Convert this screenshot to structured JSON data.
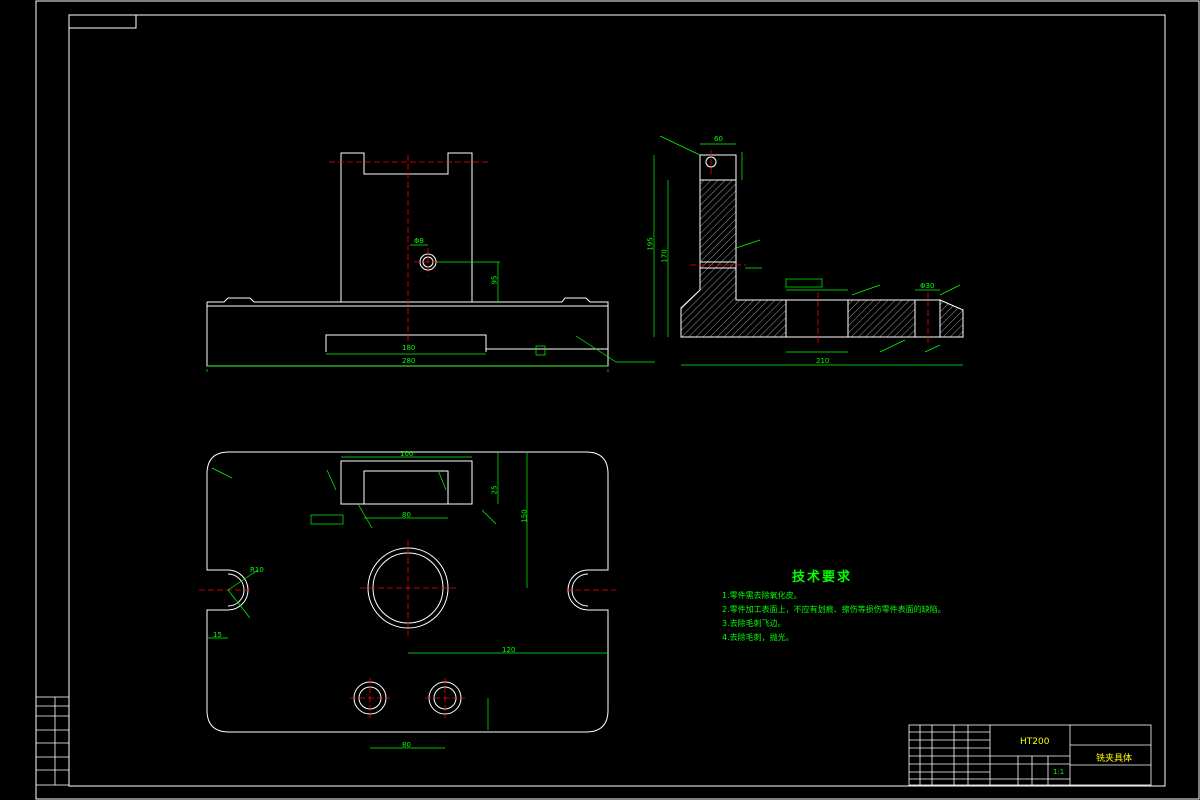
{
  "technical_requirements": {
    "title": "技术要求",
    "items": [
      "1.零件需去除氧化皮。",
      "2.零件加工表面上，不应有划痕、擦伤等损伤零件表面的缺陷。",
      "3.去除毛刺飞边。",
      "4.去除毛刺，抛光。"
    ]
  },
  "title_block": {
    "material": "HT200",
    "part_name": "铣夹具体",
    "scale": "1:1"
  },
  "dimensions": {
    "front_overall_width": "280",
    "front_base_inner": "180",
    "front_hole_dia": "Φ8",
    "front_hole_height": "95",
    "side_overall_width": "210",
    "side_height": "195",
    "side_inner_height": "170",
    "side_top": "60",
    "side_slot": "Φ30",
    "plan_slot_width": "100",
    "plan_slot_inner": "80",
    "plan_depth": "150",
    "plan_offset": "120",
    "plan_small": "25",
    "plan_hole_spacing": "80",
    "plan_edge": "15",
    "plan_radius": "R10"
  },
  "colors": {
    "outline": "#ffffff",
    "dimension": "#00ff00",
    "centerline": "#ff0000",
    "note": "#ffff00"
  }
}
